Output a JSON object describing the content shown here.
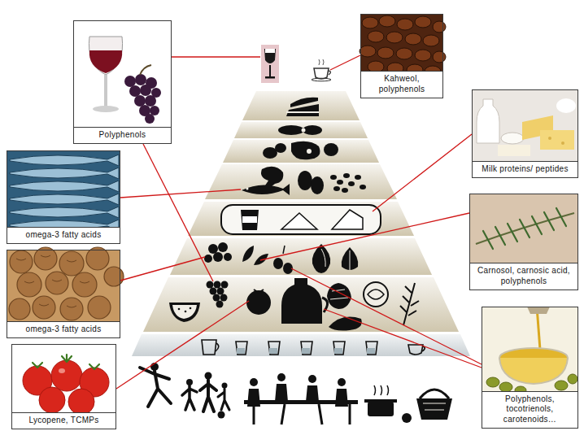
{
  "diagram": {
    "nodes": [
      {
        "text": [
          "Kahweol, polyphenols"
        ]
      },
      {
        "text": [
          "Polyphenols"
        ]
      },
      {
        "text": [
          "Milk proteins/ peptides"
        ]
      },
      {
        "text": [
          "omega-3 fatty acids"
        ]
      },
      {
        "text": [
          "Carnosol, carnosic acid, polyphenols"
        ]
      },
      {
        "text": [
          "omega-3 fatty acids"
        ]
      },
      {
        "text": [
          "Polyphenols, tocotrienols, carotenoids…"
        ]
      },
      {
        "text": [
          "Lycopene, TCMPs"
        ]
      }
    ]
  }
}
